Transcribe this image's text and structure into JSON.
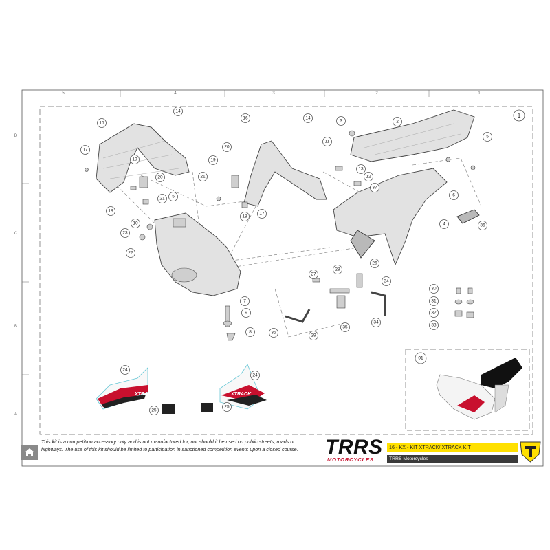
{
  "grid": {
    "columns": [
      "5",
      "4",
      "3",
      "2",
      "1"
    ],
    "rows": [
      "D",
      "C",
      "B",
      "A"
    ]
  },
  "sheet_number": "1",
  "detail_view_label": "01",
  "callouts": [
    "14",
    "15",
    "17",
    "19",
    "20",
    "21",
    "18",
    "5",
    "10",
    "23",
    "22",
    "16",
    "20",
    "19",
    "21",
    "18",
    "17",
    "14",
    "3",
    "11",
    "13",
    "12",
    "37",
    "2",
    "5",
    "6",
    "4",
    "36",
    "7",
    "9",
    "8",
    "27",
    "28",
    "26",
    "34",
    "35",
    "29",
    "35",
    "34",
    "30",
    "31",
    "32",
    "33",
    "24",
    "25",
    "24",
    "25"
  ],
  "disclaimer": "This kit is a competition accessory only and is not manufactured for, nor should it be used on public streets, roads or highways. The use of this kit should be limited to participation in sanctioned competition events upon a closed course.",
  "brand": {
    "logo": "TRRS",
    "logo_sub": "MOTORCYCLES",
    "kit_title": "16 - KX - KIT XTRACK/ XTRACK KIT",
    "company": "TRRS Motorcycles",
    "decal_text": "XTRACK",
    "accent_red": "#c8102e",
    "accent_yellow": "#ffe000"
  },
  "icons": [
    "home-icon",
    "brand-shield-icon"
  ]
}
